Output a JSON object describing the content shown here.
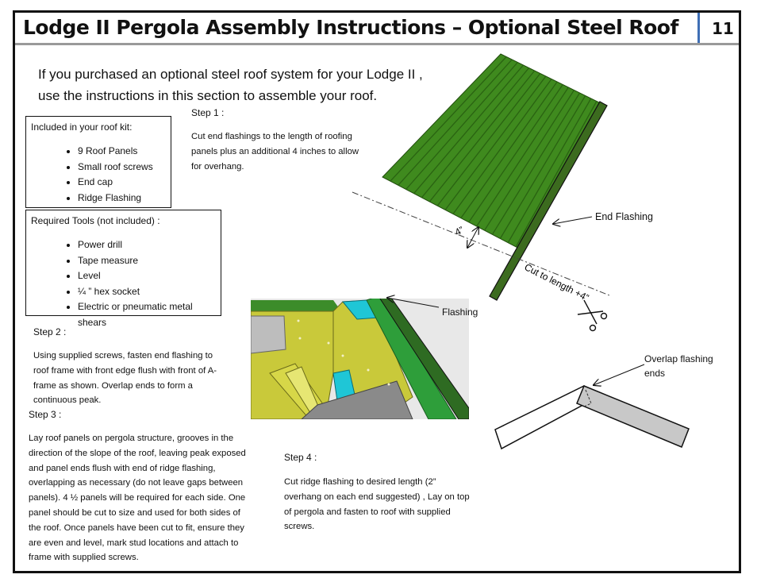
{
  "header": {
    "title": "Lodge II Pergola Assembly Instructions – Optional Steel Roof",
    "page_number": "11"
  },
  "intro": {
    "line1": "If you purchased an optional steel roof system for your Lodge II ,",
    "line2": "use the instructions in this section to assemble your roof."
  },
  "kit": {
    "heading": "Included in your roof kit:",
    "items": [
      "9 Roof Panels",
      "Small roof screws",
      "End cap",
      "Ridge Flashing"
    ]
  },
  "tools": {
    "heading": "Required Tools (not included) :",
    "items": [
      "Power drill",
      "Tape measure",
      "Level",
      "¼ ” hex socket",
      "Electric or pneumatic metal shears"
    ]
  },
  "step1": {
    "title": "Step 1 :",
    "lines": [
      "Cut end flashings to the length of roofing",
      "panels plus an additional 4 inches to allow",
      "for overhang."
    ]
  },
  "step2": {
    "title": "Step 2 :",
    "lines": [
      "Using supplied screws, fasten end flashing to",
      "roof frame with front edge flush with front of A-",
      "frame as shown. Overlap ends to form a",
      "continuous peak."
    ]
  },
  "step3": {
    "title": "Step 3 :",
    "lines": [
      "Lay roof panels on pergola structure, grooves in the",
      "direction of the slope of the roof, leaving peak exposed",
      "and panel ends flush with end of ridge flashing,",
      "overlapping as necessary (do not leave gaps between",
      "panels). 4 ½ panels will be required for each side. One",
      "panel should be cut to size and used for both sides of",
      "the roof.  Once panels have been cut to fit, ensure they",
      "are even and level, mark stud locations and attach to",
      "frame with supplied screws."
    ]
  },
  "step4": {
    "title": "Step 4 :",
    "lines": [
      "Cut ridge flashing to desired length (2”",
      "overhang on each end suggested) , Lay on top",
      "of pergola and fasten to roof with supplied",
      "screws."
    ]
  },
  "diagram_labels": {
    "end_flashing": "End Flashing",
    "four_inch": "4”",
    "cut_to_length": "Cut to length +4”",
    "flashing": "Flashing",
    "overlap_line1": "Overlap flashing",
    "overlap_line2": "ends"
  },
  "colors": {
    "roof_green": "#3f8a1e",
    "flashing_green": "#3c6b1f",
    "frame_border": "#111111",
    "page_divider": "#3f6fb5",
    "wood_yellow": "#c9c93a",
    "cyan": "#1fc6d6"
  },
  "icons": [
    "scissors-icon"
  ]
}
